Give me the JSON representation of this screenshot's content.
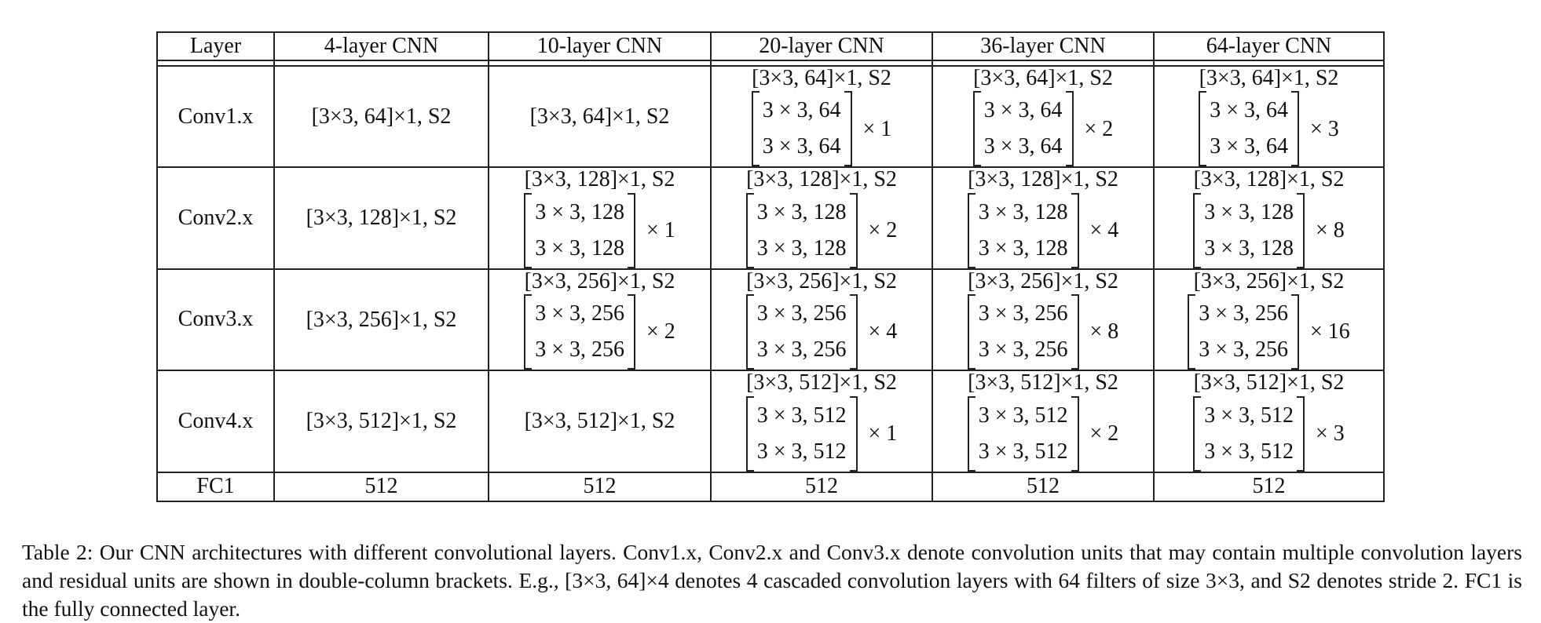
{
  "table": {
    "headers": [
      "Layer",
      "4-layer CNN",
      "10-layer CNN",
      "20-layer CNN",
      "36-layer CNN",
      "64-layer CNN"
    ],
    "rows": [
      {
        "layer": "Conv1.x",
        "cells": [
          {
            "top": "[3×3, 64]×1, S2"
          },
          {
            "top": "[3×3, 64]×1, S2"
          },
          {
            "top": "[3×3, 64]×1, S2",
            "lines": [
              "3 × 3, 64",
              "3 × 3, 64"
            ],
            "mult": "× 1"
          },
          {
            "top": "[3×3, 64]×1, S2",
            "lines": [
              "3 × 3, 64",
              "3 × 3, 64"
            ],
            "mult": "× 2"
          },
          {
            "top": "[3×3, 64]×1, S2",
            "lines": [
              "3 × 3, 64",
              "3 × 3, 64"
            ],
            "mult": "× 3"
          }
        ]
      },
      {
        "layer": "Conv2.x",
        "cells": [
          {
            "top": "[3×3, 128]×1, S2"
          },
          {
            "top": "[3×3, 128]×1, S2",
            "lines": [
              "3 × 3, 128",
              "3 × 3, 128"
            ],
            "mult": "× 1"
          },
          {
            "top": "[3×3, 128]×1, S2",
            "lines": [
              "3 × 3, 128",
              "3 × 3, 128"
            ],
            "mult": "× 2"
          },
          {
            "top": "[3×3, 128]×1, S2",
            "lines": [
              "3 × 3, 128",
              "3 × 3, 128"
            ],
            "mult": "× 4"
          },
          {
            "top": "[3×3, 128]×1, S2",
            "lines": [
              "3 × 3, 128",
              "3 × 3, 128"
            ],
            "mult": "× 8"
          }
        ]
      },
      {
        "layer": "Conv3.x",
        "cells": [
          {
            "top": "[3×3, 256]×1, S2"
          },
          {
            "top": "[3×3, 256]×1, S2",
            "lines": [
              "3 × 3, 256",
              "3 × 3, 256"
            ],
            "mult": "× 2"
          },
          {
            "top": "[3×3, 256]×1, S2",
            "lines": [
              "3 × 3, 256",
              "3 × 3, 256"
            ],
            "mult": "× 4"
          },
          {
            "top": "[3×3, 256]×1, S2",
            "lines": [
              "3 × 3, 256",
              "3 × 3, 256"
            ],
            "mult": "× 8"
          },
          {
            "top": "[3×3, 256]×1, S2",
            "lines": [
              "3 × 3, 256",
              "3 × 3, 256"
            ],
            "mult": "× 16"
          }
        ]
      },
      {
        "layer": "Conv4.x",
        "cells": [
          {
            "top": "[3×3, 512]×1, S2"
          },
          {
            "top": "[3×3, 512]×1, S2"
          },
          {
            "top": "[3×3, 512]×1, S2",
            "lines": [
              "3 × 3, 512",
              "3 × 3, 512"
            ],
            "mult": "× 1"
          },
          {
            "top": "[3×3, 512]×1, S2",
            "lines": [
              "3 × 3, 512",
              "3 × 3, 512"
            ],
            "mult": "× 2"
          },
          {
            "top": "[3×3, 512]×1, S2",
            "lines": [
              "3 × 3, 512",
              "3 × 3, 512"
            ],
            "mult": "× 3"
          }
        ]
      }
    ],
    "fc_row": {
      "layer": "FC1",
      "values": [
        "512",
        "512",
        "512",
        "512",
        "512"
      ]
    }
  },
  "caption": "Table 2: Our CNN architectures with different convolutional layers. Conv1.x, Conv2.x and Conv3.x denote convolution units that may contain multiple convolution layers and residual units are shown in double-column brackets. E.g., [3×3, 64]×4 denotes 4 cascaded convolution layers with 64 filters of size 3×3, and S2 denotes stride 2. FC1 is the fully connected layer."
}
